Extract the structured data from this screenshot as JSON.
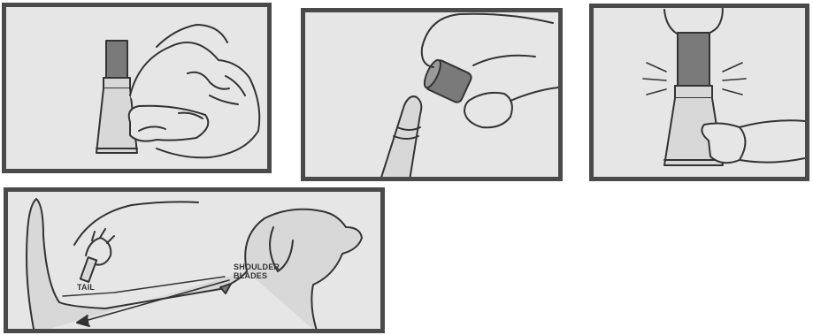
{
  "step4": {
    "tail_label": "TAIL",
    "shoulder_label": [
      "SHOULDER",
      "BLADES"
    ]
  },
  "colors": {
    "frame": "#4a4a4a",
    "panel_background": "#e6e6e6",
    "cap": "#7a7a7a",
    "outline": "#333333"
  }
}
